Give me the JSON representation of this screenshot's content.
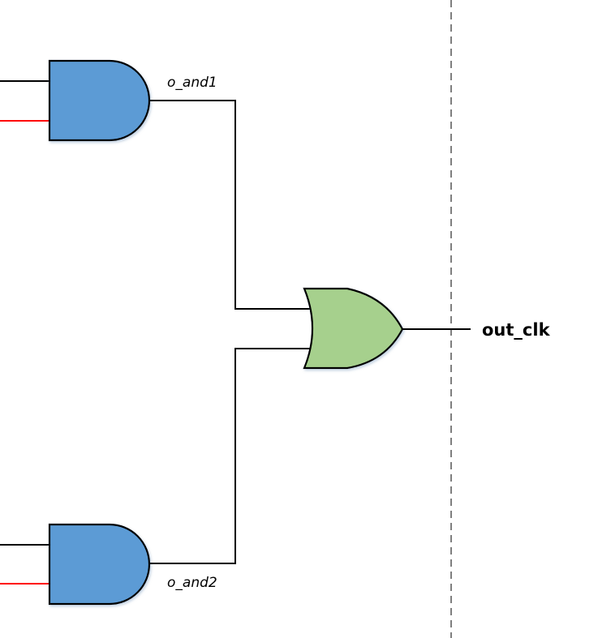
{
  "diagram": {
    "type": "logic-circuit",
    "colors": {
      "and_gate_fill": "#5B9BD5",
      "or_gate_fill": "#A6D08D",
      "wire": "#000000",
      "highlight_wire": "#FF0000",
      "boundary": "#555555"
    },
    "gates": [
      {
        "id": "and1",
        "kind": "AND",
        "inputs": 2,
        "output_net": "o_and1"
      },
      {
        "id": "and2",
        "kind": "AND",
        "inputs": 2,
        "output_net": "o_and2"
      },
      {
        "id": "or1",
        "kind": "OR",
        "inputs": [
          "o_and1",
          "o_and2"
        ],
        "output_net": "out_clk"
      }
    ],
    "labels": {
      "net_and1": "o_and1",
      "net_and2": "o_and2",
      "output_port": "out_clk"
    }
  }
}
